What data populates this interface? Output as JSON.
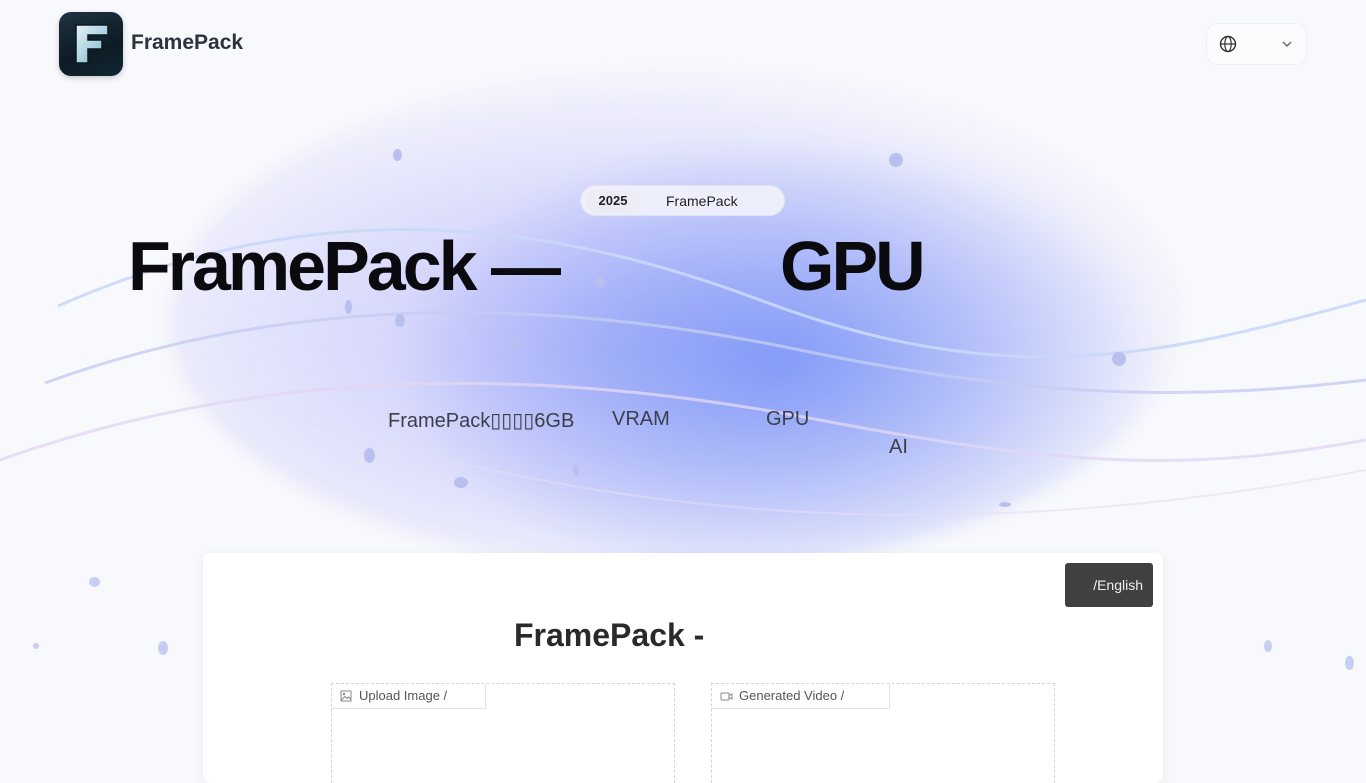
{
  "brand": {
    "name": "FramePack",
    "logo_letter": "F"
  },
  "header": {
    "language_icon": "globe-icon",
    "dropdown_icon": "chevron-down-icon"
  },
  "hero": {
    "badge_year": "2025",
    "badge_text": "FramePack",
    "title_part1": "FramePack —",
    "title_part2": "GPU",
    "subtitle_part1": "FramePack▯▯▯▯6GB",
    "subtitle_part2": "VRAM",
    "subtitle_part3": "GPU",
    "subtitle_part4": "AI"
  },
  "demo": {
    "language_switch": "/English",
    "title": "FramePack -",
    "upload_label": "Upload Image /",
    "upload_icon": "image-icon",
    "output_label": "Generated Video /",
    "output_icon": "video-icon"
  }
}
